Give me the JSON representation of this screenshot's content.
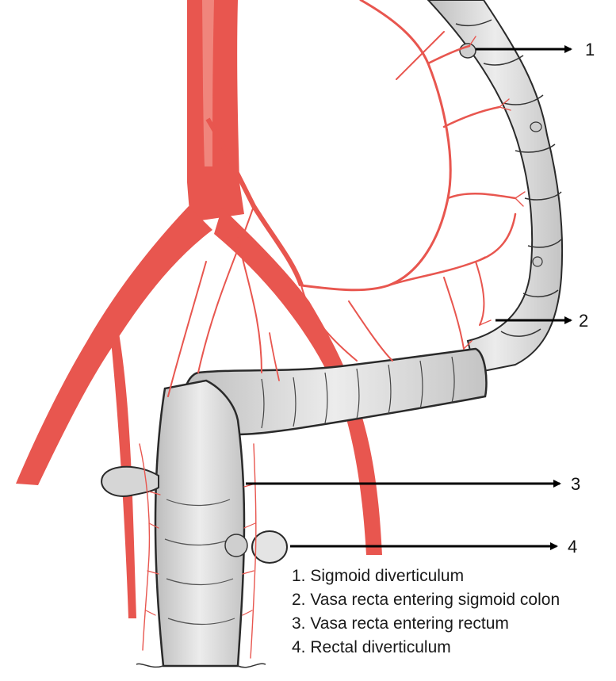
{
  "figure": {
    "pointers": [
      {
        "number": "1"
      },
      {
        "number": "2"
      },
      {
        "number": "3"
      },
      {
        "number": "4"
      }
    ],
    "legend": [
      "1. Sigmoid diverticulum",
      "2. Vasa recta entering sigmoid colon",
      "3. Vasa recta entering rectum",
      "4. Rectal diverticulum"
    ]
  },
  "colors": {
    "artery": "#e8564f",
    "artery_highlight": "#f49a90",
    "bowel_fill": "#d9d9d9",
    "bowel_outline": "#2a2a2a",
    "arrow": "#000000"
  }
}
